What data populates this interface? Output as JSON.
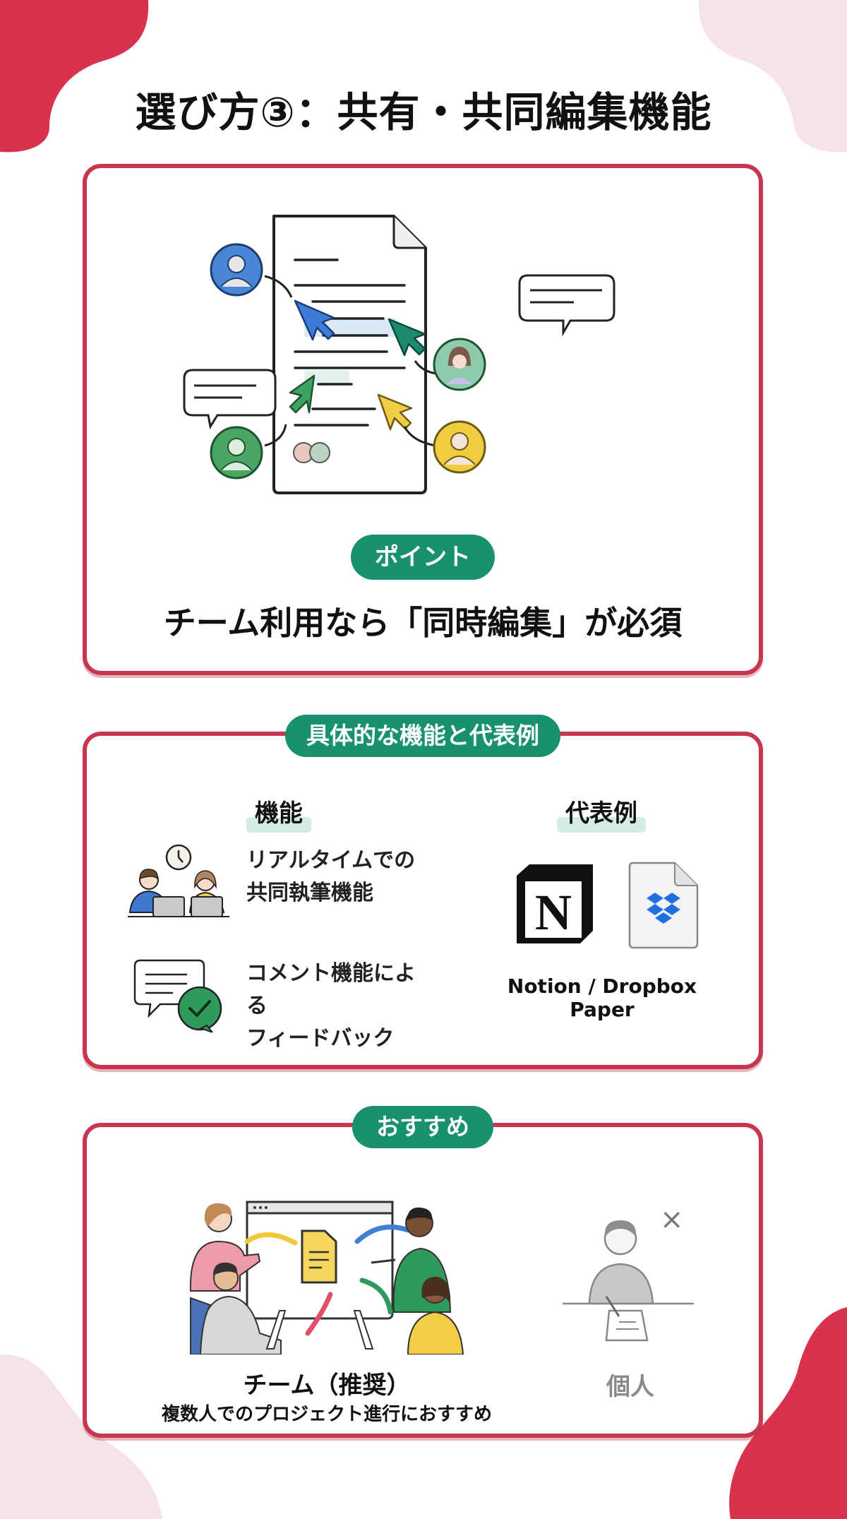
{
  "header": {
    "title": "選び方③：共有・共同編集機能"
  },
  "point_card": {
    "badge": "ポイント",
    "headline": "チーム利用なら「同時編集」が必須",
    "illustration": "collaborative-document-with-cursors"
  },
  "features_card": {
    "badge": "具体的な機能と代表例",
    "features_heading": "機能",
    "examples_heading": "代表例",
    "features": [
      {
        "icon": "people-with-laptops-icon",
        "line1": "リアルタイムでの",
        "line2": "共同執筆機能"
      },
      {
        "icon": "comment-check-icon",
        "line1": "コメント機能による",
        "line2": "フィードバック"
      }
    ],
    "examples_label": "Notion / Dropbox Paper",
    "example_icons": [
      "notion-logo-icon",
      "dropbox-paper-icon"
    ]
  },
  "recommend_card": {
    "badge": "おすすめ",
    "team": {
      "label": "チーム（推奨）",
      "description": "複数人でのプロジェクト進行におすすめ"
    },
    "individual": {
      "label": "個人",
      "mark": "×"
    }
  },
  "colors": {
    "accent_red": "#c8354f",
    "badge_green": "#17916e",
    "blob_red": "#d9324e",
    "blob_pink": "#f6e3e7"
  }
}
